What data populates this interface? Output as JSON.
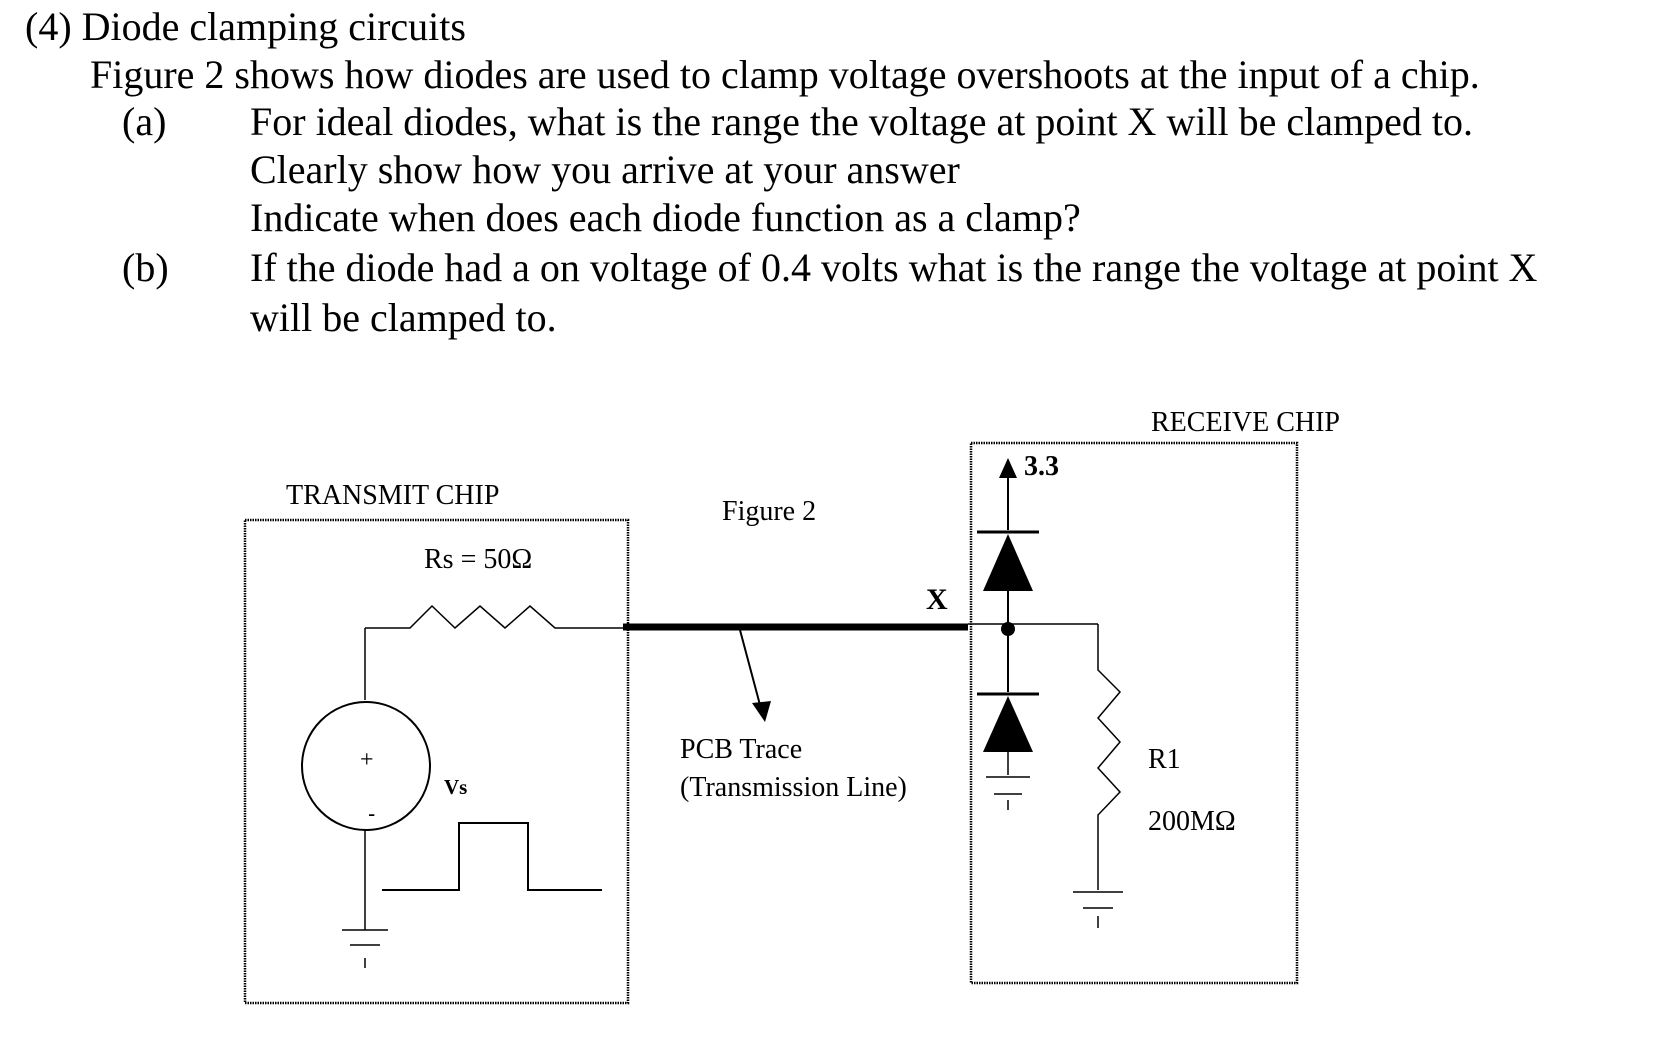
{
  "question": {
    "heading": "(4) Diode clamping circuits",
    "intro": "Figure 2 shows how diodes are used to clamp voltage overshoots at the input of a chip.",
    "part_a": {
      "label": "(a)",
      "line1": "For ideal diodes, what is the range the voltage at point X will be clamped to.",
      "line2": "Clearly show how you arrive at your answer",
      "line3": "Indicate when does each diode function as a clamp?"
    },
    "part_b": {
      "label": "(b)",
      "line1": "If the diode had a on voltage of 0.4 volts what is the range the voltage at point X",
      "line2": "will be clamped to."
    }
  },
  "figure": {
    "caption": "Figure 2",
    "transmit_chip_label": "TRANSMIT CHIP",
    "receive_chip_label": "RECEIVE CHIP",
    "source_resistor": "Rs = 50Ω",
    "source_plus": "+",
    "source_minus": "-",
    "source_label": "Vs",
    "node_label": "X",
    "supply_label": "3.3",
    "trace_label_1": "PCB Trace",
    "trace_label_2": "(Transmission Line)",
    "load_resistor_name": "R1",
    "load_resistor_value": "200MΩ"
  }
}
